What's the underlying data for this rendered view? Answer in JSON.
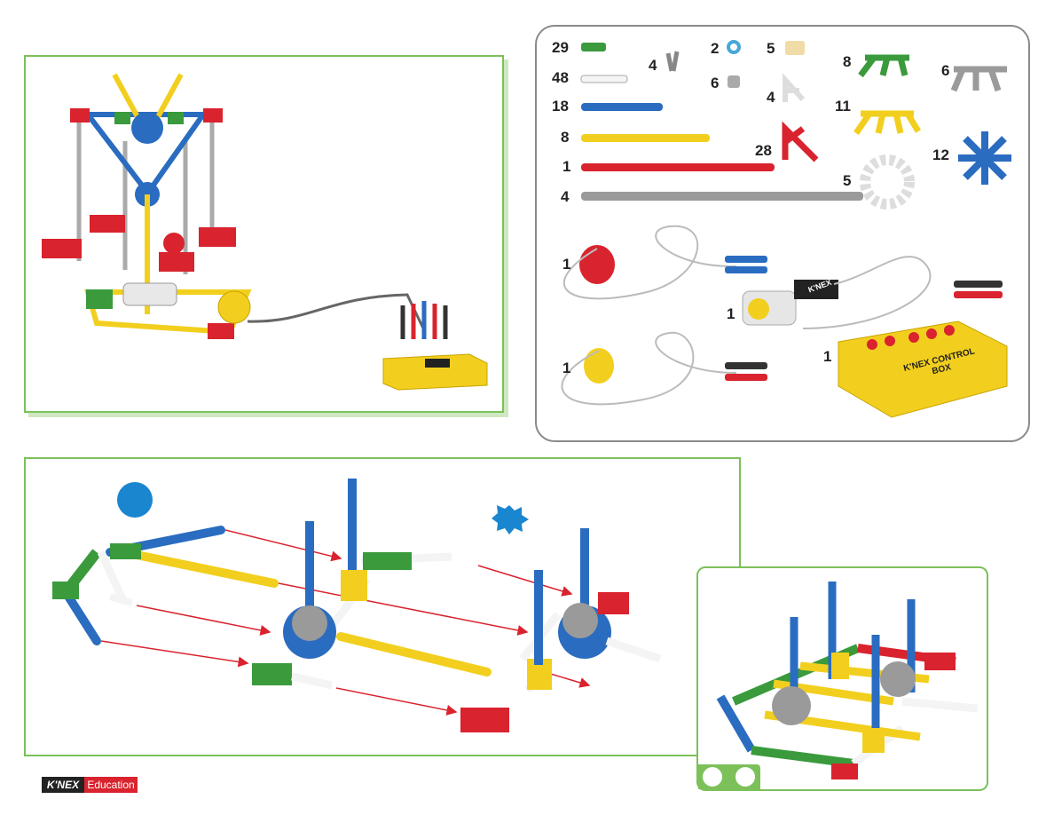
{
  "parts": [
    {
      "qty": "29",
      "name": "green-connector"
    },
    {
      "qty": "48",
      "name": "white-rod"
    },
    {
      "qty": "18",
      "name": "blue-rod"
    },
    {
      "qty": "8",
      "name": "yellow-rod"
    },
    {
      "qty": "1",
      "name": "red-rod"
    },
    {
      "qty": "4",
      "name": "grey-rod"
    },
    {
      "qty": "4",
      "name": "grey-clip"
    },
    {
      "qty": "2",
      "name": "blue-spacer"
    },
    {
      "qty": "6",
      "name": "grey-spacer"
    },
    {
      "qty": "5",
      "name": "tan-clip"
    },
    {
      "qty": "4",
      "name": "white-connector"
    },
    {
      "qty": "28",
      "name": "red-connector"
    },
    {
      "qty": "8",
      "name": "green-connector-5way"
    },
    {
      "qty": "11",
      "name": "yellow-connector"
    },
    {
      "qty": "5",
      "name": "white-hub"
    },
    {
      "qty": "6",
      "name": "grey-connector"
    },
    {
      "qty": "12",
      "name": "blue-connector"
    },
    {
      "qty": "1",
      "name": "red-sensor"
    },
    {
      "qty": "1",
      "name": "motor"
    },
    {
      "qty": "1",
      "name": "yellow-sensor"
    },
    {
      "qty": "1",
      "name": "control-box"
    }
  ],
  "control_box_label": "K'NEX CONTROL BOX",
  "motor_label": "K'NEX",
  "logo": {
    "brand": "K'NEX",
    "edu": "Education"
  },
  "colors": {
    "green": "#3a9a3c",
    "blue": "#2a6cc0",
    "yellow": "#f2cf1e",
    "red": "#d9232e",
    "grey": "#9a9a9a",
    "step_marker": "#1a86cf",
    "panel_border": "#7cc05a"
  }
}
